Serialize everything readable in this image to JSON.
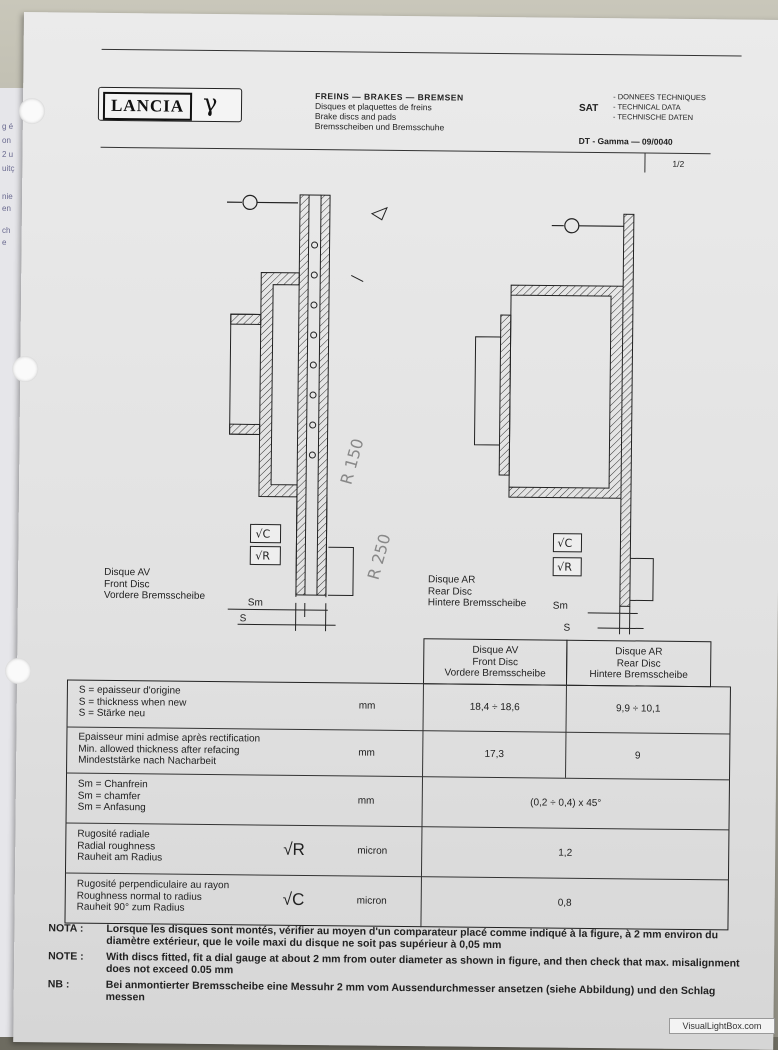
{
  "header": {
    "logo_text": "LANCIA",
    "logo_mark": "γ",
    "title_line": "FREINS — BRAKES — BREMSEN",
    "subtitle_lines": [
      "Disques et plaquettes de freins",
      "Brake discs and pads",
      "Bremsscheiben und Bremsschuhe"
    ],
    "sat_label": "SAT",
    "sat_items": [
      "- DONNEES TECHNIQUES",
      "- TECHNICAL DATA",
      "- TECHNISCHE DATEN"
    ],
    "doc_ref": "DT - Gamma — 09/0040",
    "page": "1/2"
  },
  "drawing": {
    "front_label": [
      "Disque AV",
      "Front Disc",
      "Vordere Bremsscheibe"
    ],
    "rear_label": [
      "Disque AR",
      "Rear Disc",
      "Hintere Bremsscheibe"
    ],
    "sym_c": "√C",
    "sym_r": "√R",
    "sm": "Sm",
    "s": "S",
    "handwritten": [
      "R 150",
      "R 250"
    ]
  },
  "table": {
    "col_front": [
      "Disque AV",
      "Front Disc",
      "Vordere Bremsscheibe"
    ],
    "col_rear": [
      "Disque AR",
      "Rear Disc",
      "Hintere Bremsscheibe"
    ],
    "rows": [
      {
        "label": [
          "S = epaisseur d'origine",
          "S = thickness when new",
          "S = Stärke neu"
        ],
        "symbol": "",
        "unit": "mm",
        "front": "18,4 ÷ 18,6",
        "rear": "9,9 ÷ 10,1",
        "merged": ""
      },
      {
        "label": [
          "Epaisseur mini admise après rectification",
          "Min. allowed thickness after refacing",
          "Mindeststärke nach Nacharbeit"
        ],
        "symbol": "",
        "unit": "mm",
        "front": "17,3",
        "rear": "9",
        "merged": ""
      },
      {
        "label": [
          "Sm = Chanfrein",
          "Sm = chamfer",
          "Sm = Anfasung"
        ],
        "symbol": "",
        "unit": "mm",
        "front": "",
        "rear": "",
        "merged": "(0,2 ÷ 0,4) x 45°"
      },
      {
        "label": [
          "Rugosité radiale",
          "Radial roughness",
          "Rauheit am Radius"
        ],
        "symbol": "√R",
        "unit": "micron",
        "front": "",
        "rear": "",
        "merged": "1,2"
      },
      {
        "label": [
          "Rugosité perpendiculaire au rayon",
          "Roughness normal to radius",
          "Rauheit 90° zum Radius"
        ],
        "symbol": "√C",
        "unit": "micron",
        "front": "",
        "rear": "",
        "merged": "0,8"
      }
    ]
  },
  "notes": [
    {
      "tag": "NOTA :",
      "text": "Lorsque les disques sont montés, vérifier au moyen d'un comparateur placé comme indiqué à la figure, à 2 mm environ du diamètre extérieur, que le voile maxi du disque ne soit pas supérieur à 0,05 mm"
    },
    {
      "tag": "NOTE :",
      "text": "With discs fitted, fit a dial gauge at about 2 mm from outer diameter as shown in figure, and then check that max. misalignment does not exceed 0.05 mm"
    },
    {
      "tag": "NB :",
      "text": "Bei anmontierter Bremsscheibe eine Messuhr 2 mm vom Aussendurchmesser ansetzen (siehe Abbildung) und den Schlag messen"
    }
  ],
  "watermark": "VisualLightBox.com"
}
